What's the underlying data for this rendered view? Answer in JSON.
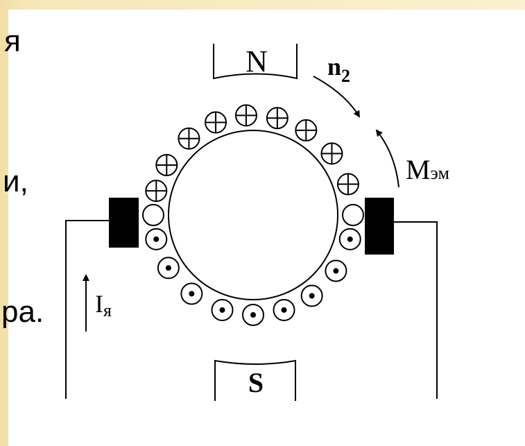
{
  "text_fragments": [
    "я",
    "и,",
    "ра."
  ],
  "diagram": {
    "pole_north": "N",
    "pole_south": "S",
    "speed_label": {
      "main": "n",
      "sub": "2"
    },
    "torque_label": {
      "main": "M",
      "sub": "эм"
    },
    "current_label": {
      "main": "I",
      "sub": "я"
    },
    "top_conductor_symbol": "⊕",
    "bottom_conductor_symbol": "⊙"
  },
  "colors": {
    "slide_background": "#f7e7b8",
    "ink": "#000000"
  }
}
